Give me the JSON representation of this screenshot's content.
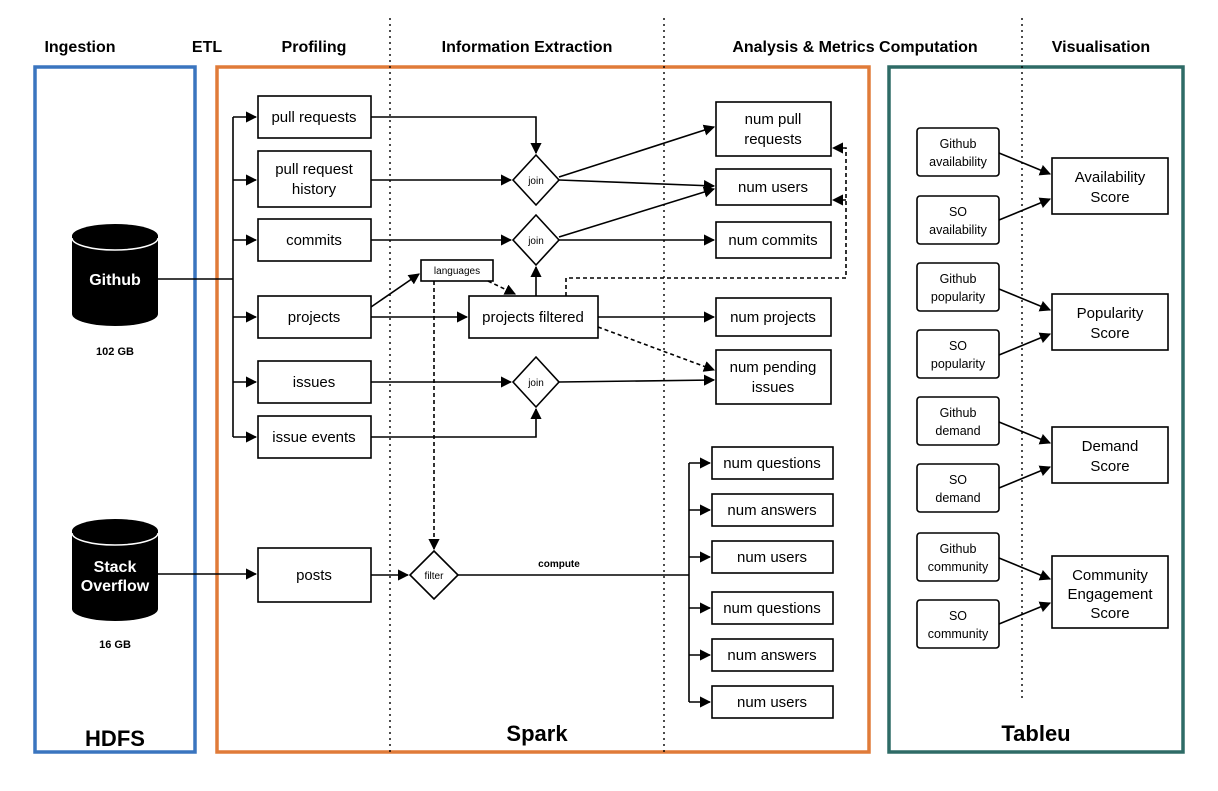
{
  "stages": {
    "ingestion": "Ingestion",
    "etl": "ETL",
    "profiling": "Profiling",
    "extraction": "Information Extraction",
    "analysis": "Analysis & Metrics Computation",
    "visualisation": "Visualisation"
  },
  "panels": {
    "hdfs": "HDFS",
    "spark": "Spark",
    "tableau": "Tableu"
  },
  "colors": {
    "hdfs": "#3a75bf",
    "spark": "#e07b39",
    "tableau": "#2e6b66"
  },
  "sources": {
    "github": {
      "label": "Github",
      "size": "102 GB"
    },
    "stackoverflow": {
      "line1": "Stack",
      "line2": "Overflow",
      "size": "16 GB"
    }
  },
  "profiling": {
    "pull_requests": "pull requests",
    "pr_history_1": "pull request",
    "pr_history_2": "history",
    "commits": "commits",
    "projects": "projects",
    "issues": "issues",
    "issue_events": "issue events",
    "posts": "posts"
  },
  "extraction": {
    "join": "join",
    "filter": "filter",
    "languages": "languages",
    "projects_filtered": "projects filtered",
    "compute": "compute"
  },
  "metrics": {
    "num_pull_requests_1": "num pull",
    "num_pull_requests_2": "requests",
    "num_users": "num users",
    "num_commits": "num commits",
    "num_projects": "num projects",
    "num_pending_1": "num pending",
    "num_pending_2": "issues",
    "num_questions": "num questions",
    "num_answers": "num answers"
  },
  "viz": {
    "github": "Github",
    "so": "SO",
    "availability": "availability",
    "popularity": "popularity",
    "demand": "demand",
    "community": "community",
    "availability_score_1": "Availability",
    "availability_score_2": "Score",
    "popularity_score_1": "Popularity",
    "popularity_score_2": "Score",
    "demand_score_1": "Demand",
    "demand_score_2": "Score",
    "community_score_1": "Community",
    "community_score_2": "Engagement",
    "community_score_3": "Score"
  }
}
